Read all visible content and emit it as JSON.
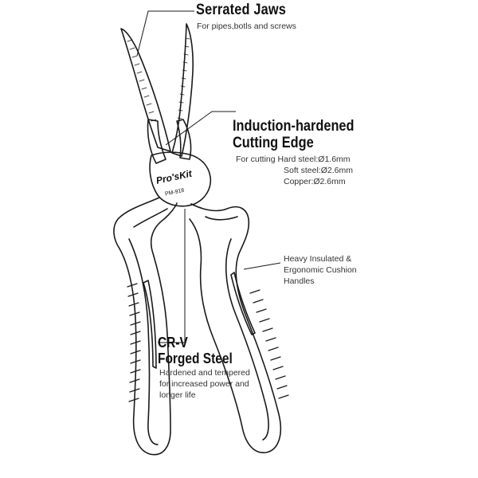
{
  "brand": {
    "logo_text": "Pro'sKit",
    "model": "PM-918"
  },
  "callouts": {
    "serrated_jaws": {
      "title": "Serrated Jaws",
      "description": "For pipes,botls and screws"
    },
    "cutting_edge": {
      "title_line1": "Induction-hardened",
      "title_line2": "Cutting Edge",
      "spec_line1": "For cutting Hard steel:Ø1.6mm",
      "spec_line2": "Soft steel:Ø2.6mm",
      "spec_line3": "Copper:Ø2.6mm"
    },
    "handles": {
      "line1": "Heavy Insulated &",
      "line2": "Ergonomic Cushion",
      "line3": "Handles"
    },
    "forged_steel": {
      "title_line1": "CR-V",
      "title_line2": "Forged Steel",
      "line1": "Hardened and tempered",
      "line2": "for increased power and",
      "line3": "longer life"
    }
  },
  "colors": {
    "outline": "#1a1a1a",
    "text": "#333333",
    "background": "#ffffff"
  }
}
